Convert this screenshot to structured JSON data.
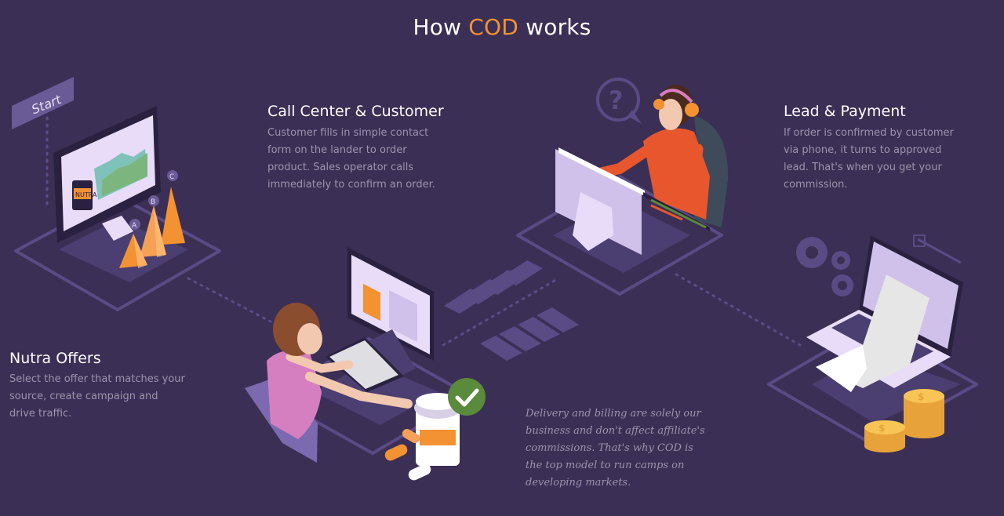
{
  "title": {
    "prefix": "How",
    "accent": "COD",
    "suffix": "works"
  },
  "colors": {
    "background": "#3b2f55",
    "accent": "#f39233",
    "text": "#ffffff",
    "muted": "#9c93ad",
    "platform": "#5a4b85"
  },
  "steps": [
    {
      "heading": "Nutra Offers",
      "desc": "Select the offer that matches your source, create campaign and drive traffic."
    },
    {
      "heading": "Call Center & Customer",
      "desc": "Customer fills in simple contact form on the lander to order product. Sales operator calls immediately to confirm an order."
    },
    {
      "heading": "Lead & Payment",
      "desc": "If order is confirmed by customer via phone, it turns to approved lead. That's when you get your commission."
    }
  ],
  "note": "Delivery and billing are solely our business and don't affect affiliate's commissions. That's why COD is the top model to run camps on developing markets.",
  "illustration": {
    "start_tag": "Start",
    "product_label": "NUTRA",
    "chart_markers": [
      "A",
      "B",
      "C"
    ],
    "icons": [
      "start-flag-icon",
      "monitor-chart-icon",
      "user-at-computer-icon",
      "pill-bottle-icon",
      "checkmark-icon",
      "operator-headset-icon",
      "question-bubble-icon",
      "gears-icon",
      "laptop-receipt-icon",
      "coin-stack-icon",
      "chevron-arrows-icon"
    ]
  }
}
